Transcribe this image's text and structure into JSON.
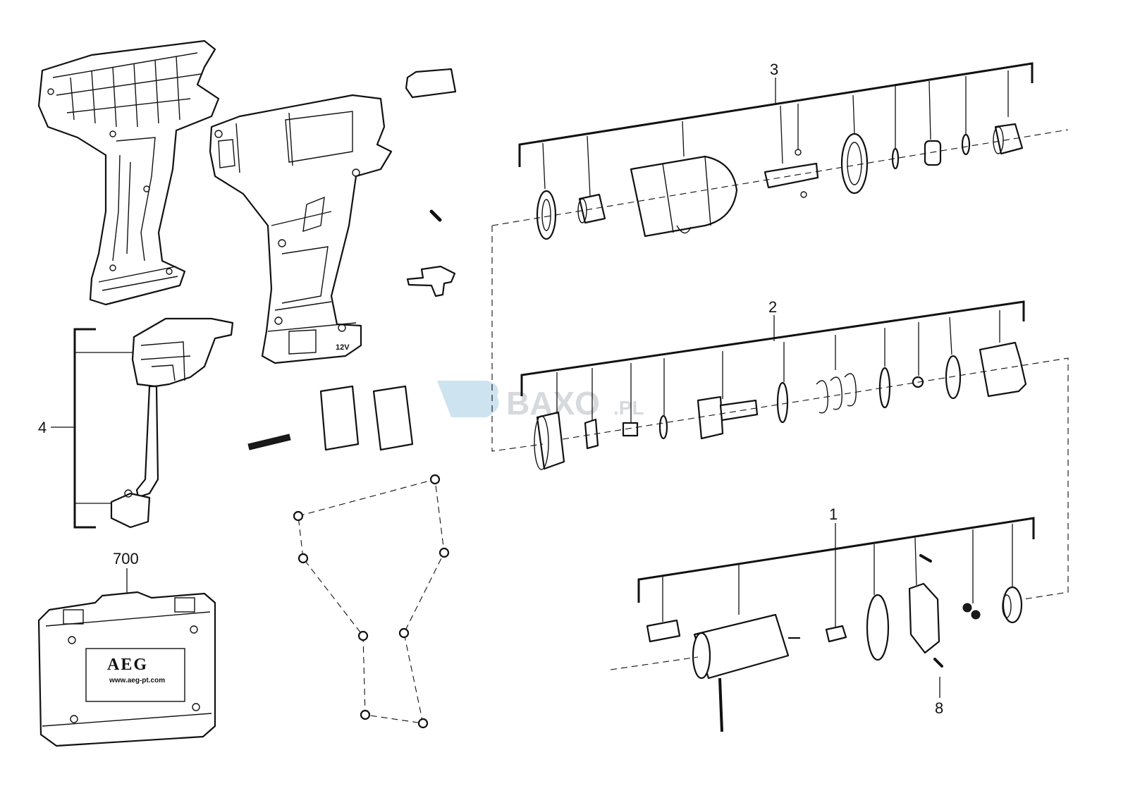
{
  "diagram": {
    "callouts": {
      "gear_assembly": "3",
      "clutch_assembly": "2",
      "motor_assembly": "1",
      "switch_assembly": "4",
      "pin": "8",
      "carry_case": "700"
    },
    "watermark": {
      "text": "BAXO",
      "suffix": ".PL"
    },
    "case_label": {
      "brand": "AEG",
      "url": "www.aeg-pt.com"
    },
    "battery_badge": "12V"
  }
}
